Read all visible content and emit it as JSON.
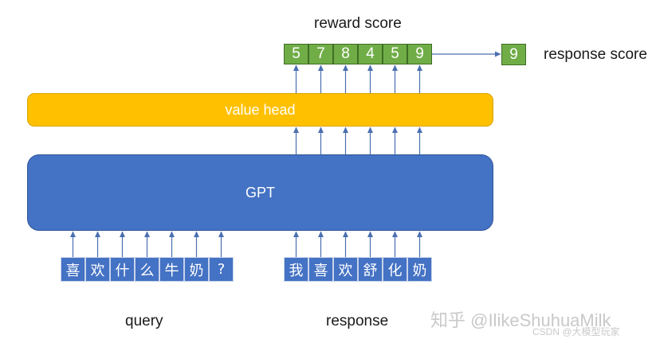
{
  "labels": {
    "reward_score": "reward score",
    "response_score": "response score",
    "value_head": "value head",
    "gpt": "GPT",
    "query": "query",
    "response": "response"
  },
  "score_values": [
    "5",
    "7",
    "8",
    "4",
    "5",
    "9"
  ],
  "final_score": "9",
  "query_tokens": [
    "喜",
    "欢",
    "什",
    "么",
    "牛",
    "奶",
    "?"
  ],
  "response_tokens": [
    "我",
    "喜",
    "欢",
    "舒",
    "化",
    "奶"
  ],
  "watermark": {
    "main": "知乎 @IlikeShuhuaMilk",
    "sub": "CSDN @大模型玩家"
  },
  "colors": {
    "value_head": "#ffc000",
    "gpt": "#4472c4",
    "token_box": "#4472c4",
    "score_box": "#70ad47",
    "arrow": "#4a6fb0"
  }
}
